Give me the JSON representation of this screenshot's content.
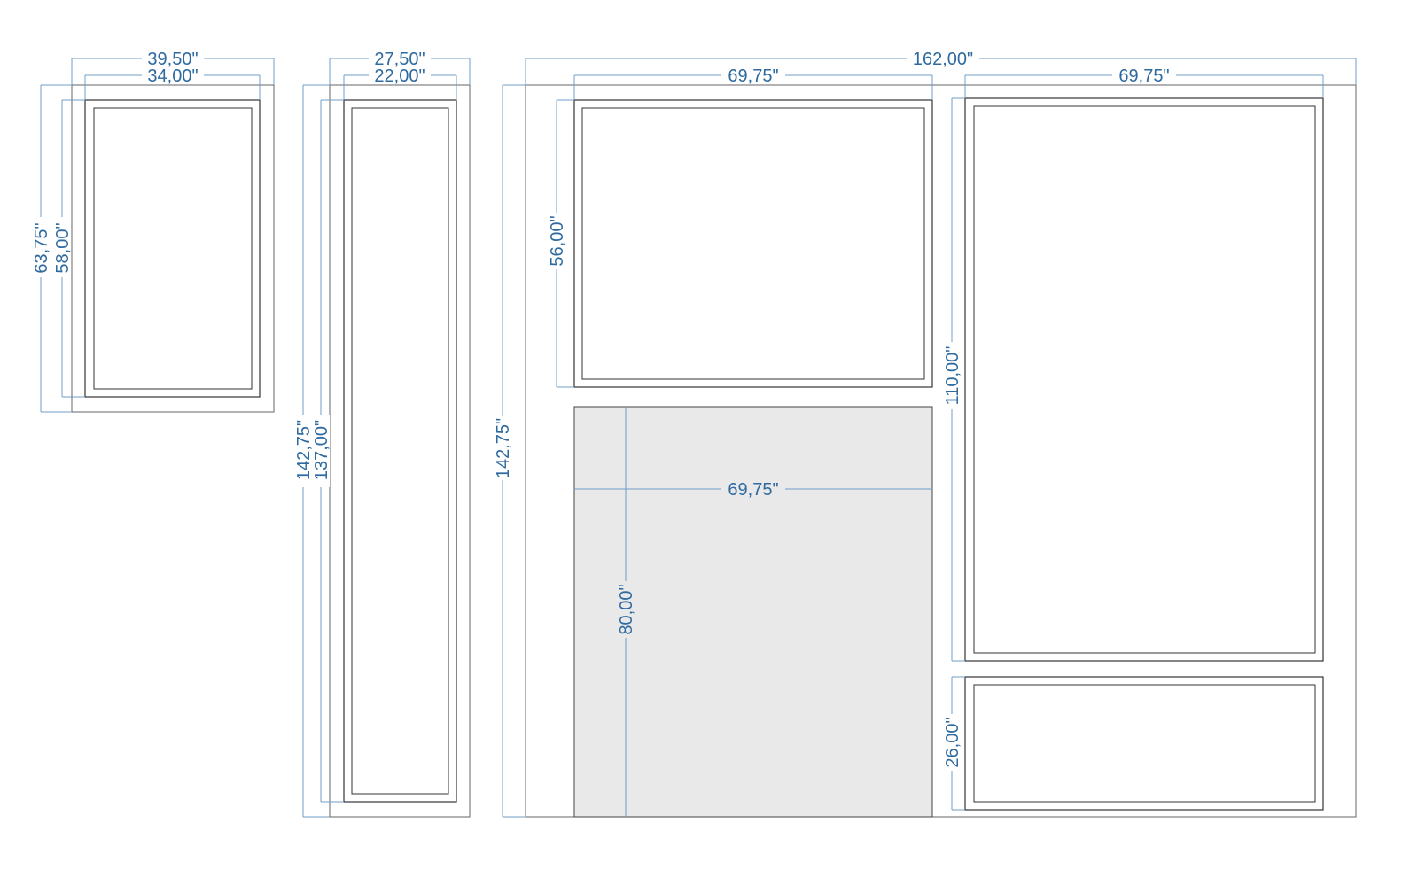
{
  "colors": {
    "dimension": "#2e6aa0",
    "outline": "#333333",
    "door_fill": "#e9e9e9"
  },
  "panel_a": {
    "outer_width": "39,50\"",
    "inner_width": "34,00\"",
    "outer_height": "63,75\"",
    "inner_height": "58,00\""
  },
  "panel_b": {
    "outer_width": "27,50\"",
    "inner_width": "22,00\"",
    "outer_height": "142,75\"",
    "inner_height": "137,00\""
  },
  "wall": {
    "total_width": "162,00\"",
    "total_height": "142,75\"",
    "top_left_width": "69,75\"",
    "top_left_height": "56,00\"",
    "right_width": "69,75\"",
    "right_tall_height": "110,00\"",
    "right_short_height": "26,00\"",
    "door_width": "69,75\"",
    "door_height": "80,00\""
  }
}
